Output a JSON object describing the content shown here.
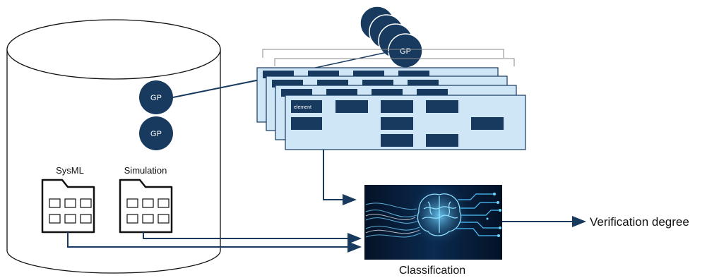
{
  "database": {
    "gp_circle_1_label": "GP",
    "gp_circle_2_label": "GP",
    "folder_sysml_label": "SysML",
    "folder_simulation_label": "Simulation"
  },
  "graph_stack": {
    "top_gp_label": "GP",
    "element_label": "element"
  },
  "classifier": {
    "caption": "Classification"
  },
  "output": {
    "label": "Verification degree"
  },
  "colors": {
    "navy": "#173a5e",
    "panel": "#cfe6f7",
    "panel_border": "#173a5e"
  }
}
